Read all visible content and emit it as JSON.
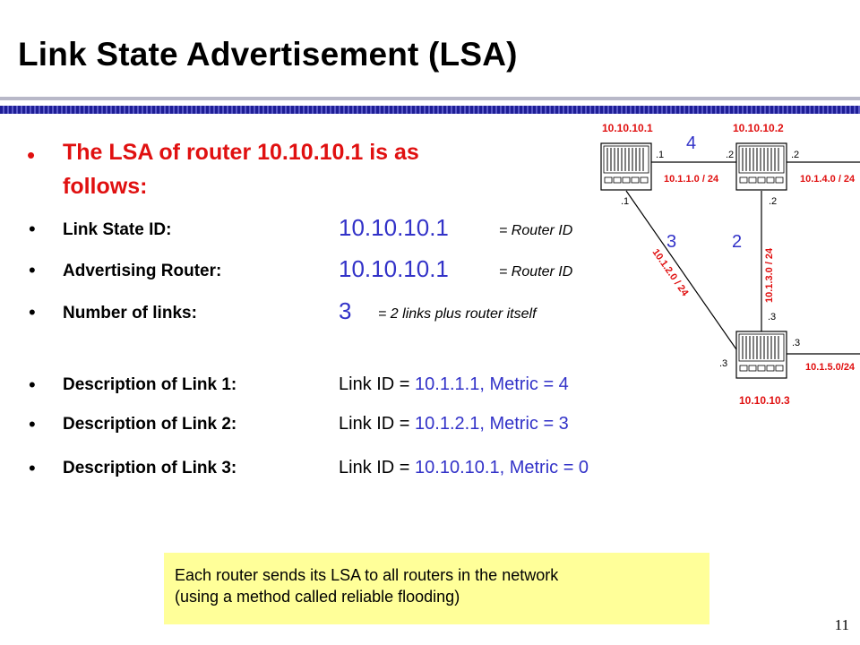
{
  "slide": {
    "title": "Link State Advertisement (LSA)",
    "page_number": "11"
  },
  "content": {
    "heading_line1": "The LSA of router 10.10.10.1 is as",
    "heading_line2": "follows:",
    "fields": [
      {
        "label": "Link State ID:",
        "value": "10.10.10.1",
        "note": "= Router ID"
      },
      {
        "label": "Advertising Router:",
        "value": "10.10.10.1",
        "note": "= Router ID"
      },
      {
        "label": "Number of links:",
        "value": "3",
        "note": "= 2 links plus router itself"
      }
    ],
    "links": [
      {
        "label": "Description of Link 1:",
        "prefix": "Link ID = ",
        "link_id": "10.1.1.1, Metric = 4"
      },
      {
        "label": "Description of Link 2:",
        "prefix": "Link ID = ",
        "link_id": "10.1.2.1, Metric = 3"
      },
      {
        "label": "Description of Link 3:",
        "prefix": "Link ID = ",
        "link_id": "10.10.10.1, Metric = 0"
      }
    ],
    "callout": "Each router sends its LSA to all routers in the network\n(using a method called reliable flooding)"
  },
  "diagram": {
    "routers": [
      {
        "name": "10.10.10.1"
      },
      {
        "name": "10.10.10.2"
      },
      {
        "name": "10.10.10.3"
      }
    ],
    "interfaces": {
      "r1_right": ".1",
      "r1_bottom": ".1",
      "r2_left": ".2",
      "r2_right": ".2",
      "r2_bottom": ".2",
      "r3_top": ".3",
      "r3_right": ".3",
      "r3_left": ".3"
    },
    "subnets": {
      "r1_r2": "10.1.1.0 / 24",
      "r2_out": "10.1.4.0 / 24",
      "r1_r3": "10.1.2.0 / 24",
      "r2_r3": "10.1.3.0 / 24",
      "r3_out": "10.1.5.0/24"
    },
    "metrics": {
      "r1_r2": "4",
      "r1_r3": "3",
      "r2_r3": "2"
    },
    "colors": {
      "router_label": "#e01010",
      "metric": "#3232c8"
    }
  }
}
